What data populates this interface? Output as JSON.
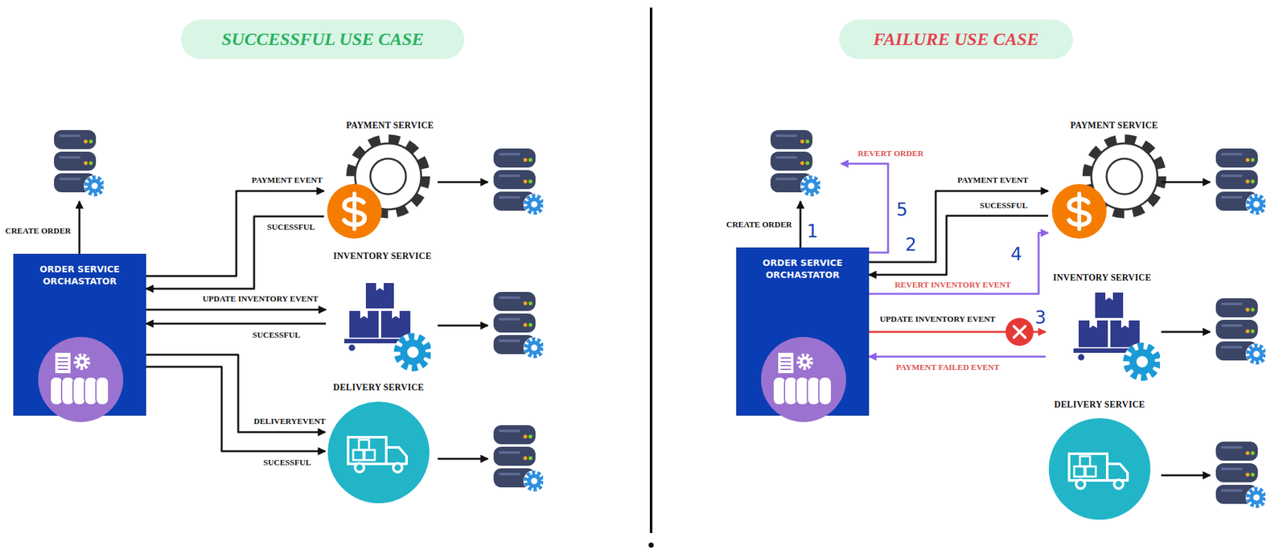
{
  "diagram": {
    "nodes": [
      {
        "text": [
          "SUCCESSFUL USE CASE"
        ]
      },
      {
        "text": [
          "ORDER SERVICE ORCHASTATOR"
        ]
      },
      {
        "text": [
          "PAYMENT SERVICE"
        ]
      },
      {
        "text": [
          "INVENTORY SERVICE"
        ]
      },
      {
        "text": [
          "DELIVERY SERVICE"
        ]
      },
      {
        "text": [
          "FAILURE USE CASE"
        ]
      },
      {
        "text": [
          "ORDER SERVICE ORCHASTATOR"
        ]
      },
      {
        "text": [
          "PAYMENT SERVICE"
        ]
      },
      {
        "text": [
          "INVENTORY SERVICE"
        ]
      },
      {
        "text": [
          "DELIVERY SERVICE"
        ]
      }
    ],
    "edges": [
      {
        "from": 1,
        "to": 2,
        "arrow": "to",
        "label": "PAYMENT EVENT"
      },
      {
        "from": 2,
        "to": 1,
        "arrow": "to",
        "label": "SUCESSFUL"
      },
      {
        "from": 1,
        "to": 3,
        "arrow": "to",
        "label": "UPDATE INVENTORY EVENT"
      },
      {
        "from": 3,
        "to": 1,
        "arrow": "to",
        "label": "SUCESSFUL"
      },
      {
        "from": 1,
        "to": 4,
        "arrow": "to",
        "label": "DELIVERYEVENT"
      },
      {
        "from": 1,
        "to": 4,
        "arrow": "to",
        "label": "SUCESSFUL"
      },
      {
        "from": 6,
        "to": 7,
        "arrow": "to",
        "label": "PAYMENT EVENT"
      },
      {
        "from": 7,
        "to": 6,
        "arrow": "to",
        "label": "SUCESSFUL"
      },
      {
        "from": 6,
        "to": 7,
        "arrow": "to",
        "label": "REVERT INVENTORY EVENT"
      },
      {
        "from": 6,
        "to": 8,
        "arrow": "to",
        "label": "UPDATE INVENTORY EVENT"
      },
      {
        "from": 8,
        "to": 6,
        "arrow": "to",
        "label": "PAYMENT FAILED EVENT"
      }
    ],
    "labels": [
      "CREATE ORDER",
      "CREATE ORDER",
      "REVERT ORDER",
      "1",
      "2",
      "3",
      "4",
      "5"
    ]
  }
}
